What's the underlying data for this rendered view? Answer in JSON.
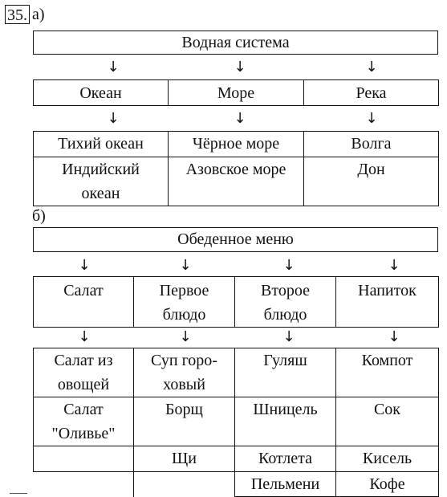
{
  "exercise_number": "35.",
  "part_a": {
    "label": "а)",
    "root": "Водная система",
    "categories": [
      "Океан",
      "Море",
      "Река"
    ],
    "examples": [
      [
        "Тихий океан",
        "Чёрное море",
        "Волга"
      ],
      [
        "Индийский\nокеан",
        "Азовское море",
        "Дон"
      ]
    ]
  },
  "part_b": {
    "label": "б)",
    "root": "Обеденное меню",
    "categories": [
      "Салат",
      "Первое\nблюдо",
      "Второе\nблюдо",
      "Напиток"
    ],
    "examples": [
      [
        "Салат из\nовощей",
        "Суп горо-\nховый",
        "Гуляш",
        "Компот"
      ],
      [
        "Салат\n\"Оливье\"",
        "Борщ",
        "Шницель",
        "Сок"
      ],
      [
        "",
        "Щи",
        "Котлета",
        "Кисель"
      ],
      [
        "",
        "",
        "Пельмени",
        "Кофе"
      ]
    ]
  },
  "arrow_glyph": "↓"
}
